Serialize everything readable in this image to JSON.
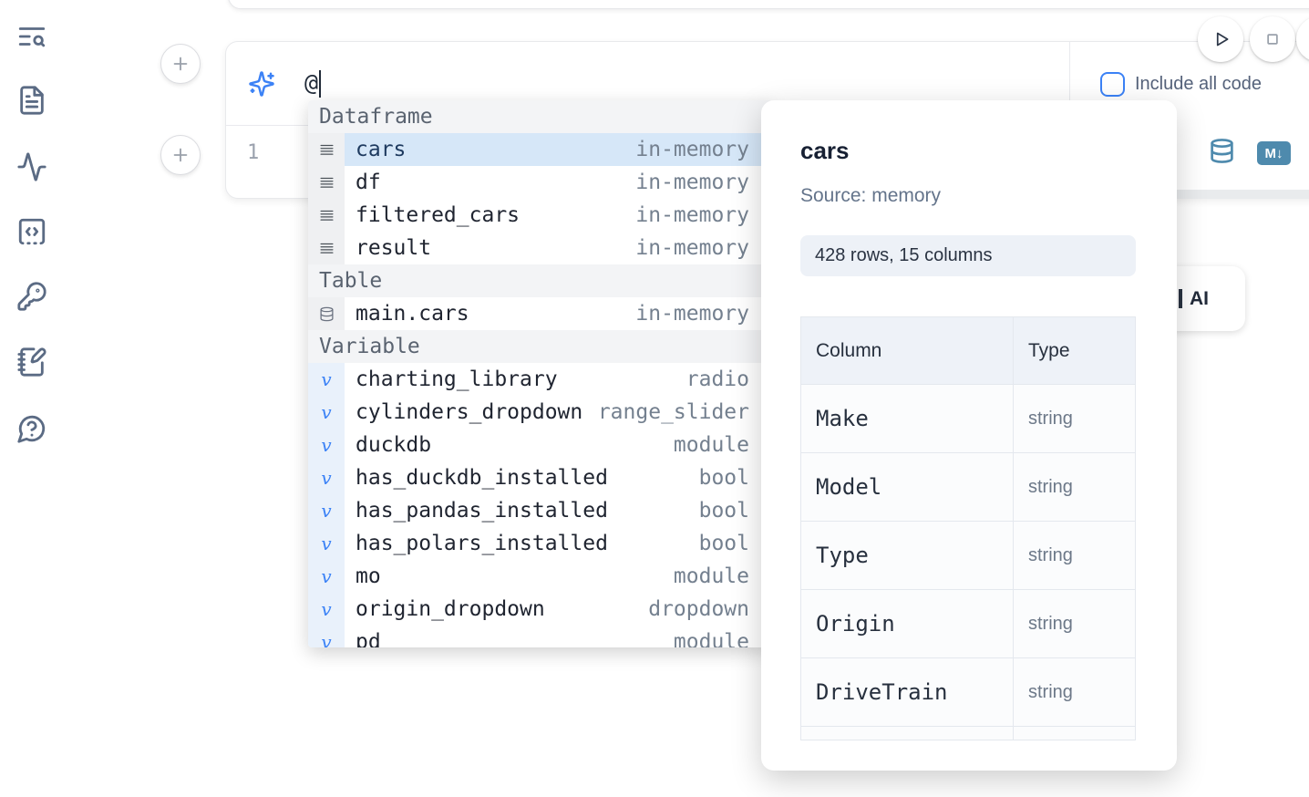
{
  "sidebar": {
    "icons": [
      "text-search-icon",
      "file-text-icon",
      "activity-icon",
      "snippets-code-icon",
      "key-icon",
      "notebook-pen-icon",
      "help-chat-icon"
    ]
  },
  "toolbar": {
    "run_button": "play-icon",
    "stop_button": "square-stop-icon",
    "include_all_code_label": "Include all code"
  },
  "prompt": {
    "value": "@",
    "icon": "sparkles-icon"
  },
  "editor": {
    "line_number": "1"
  },
  "cell_actions": {
    "database_icon": "database-icon",
    "markdown_badge": "M↓"
  },
  "autocomplete": {
    "variable_glyph": "v",
    "sections": [
      {
        "label": "Dataframe",
        "items": [
          {
            "label": "cars",
            "type": "in-memory",
            "icon": "rows-icon",
            "selected": true
          },
          {
            "label": "df",
            "type": "in-memory",
            "icon": "rows-icon",
            "selected": false
          },
          {
            "label": "filtered_cars",
            "type": "in-memory",
            "icon": "rows-icon",
            "selected": false
          },
          {
            "label": "result",
            "type": "in-memory",
            "icon": "rows-icon",
            "selected": false
          }
        ]
      },
      {
        "label": "Table",
        "items": [
          {
            "label": "main.cars",
            "type": "in-memory",
            "icon": "database-icon",
            "selected": false
          }
        ]
      },
      {
        "label": "Variable",
        "items": [
          {
            "label": "charting_library",
            "type": "radio",
            "icon": "variable-icon",
            "selected": false
          },
          {
            "label": "cylinders_dropdown",
            "type": "range_slider",
            "icon": "variable-icon",
            "selected": false
          },
          {
            "label": "duckdb",
            "type": "module",
            "icon": "variable-icon",
            "selected": false
          },
          {
            "label": "has_duckdb_installed",
            "type": "bool",
            "icon": "variable-icon",
            "selected": false
          },
          {
            "label": "has_pandas_installed",
            "type": "bool",
            "icon": "variable-icon",
            "selected": false
          },
          {
            "label": "has_polars_installed",
            "type": "bool",
            "icon": "variable-icon",
            "selected": false
          },
          {
            "label": "mo",
            "type": "module",
            "icon": "variable-icon",
            "selected": false
          },
          {
            "label": "origin_dropdown",
            "type": "dropdown",
            "icon": "variable-icon",
            "selected": false
          },
          {
            "label": "pd",
            "type": "module",
            "icon": "variable-icon",
            "selected": false
          }
        ]
      }
    ]
  },
  "preview": {
    "title": "cars",
    "source": "Source: memory",
    "stats": "428 rows, 15 columns",
    "table": {
      "headers": [
        "Column",
        "Type"
      ],
      "rows": [
        [
          "Make",
          "string"
        ],
        [
          "Model",
          "string"
        ],
        [
          "Type",
          "string"
        ],
        [
          "Origin",
          "string"
        ],
        [
          "DriveTrain",
          "string"
        ],
        [
          "",
          ""
        ]
      ]
    }
  },
  "ai_button": {
    "label": "AI"
  },
  "colors": {
    "accent_blue": "#3b82f6",
    "steel_blue": "#4e8aad",
    "selection_bg": "#d6e7f8",
    "sidebar_icon": "#5b6b84",
    "muted_text": "#64748b"
  }
}
